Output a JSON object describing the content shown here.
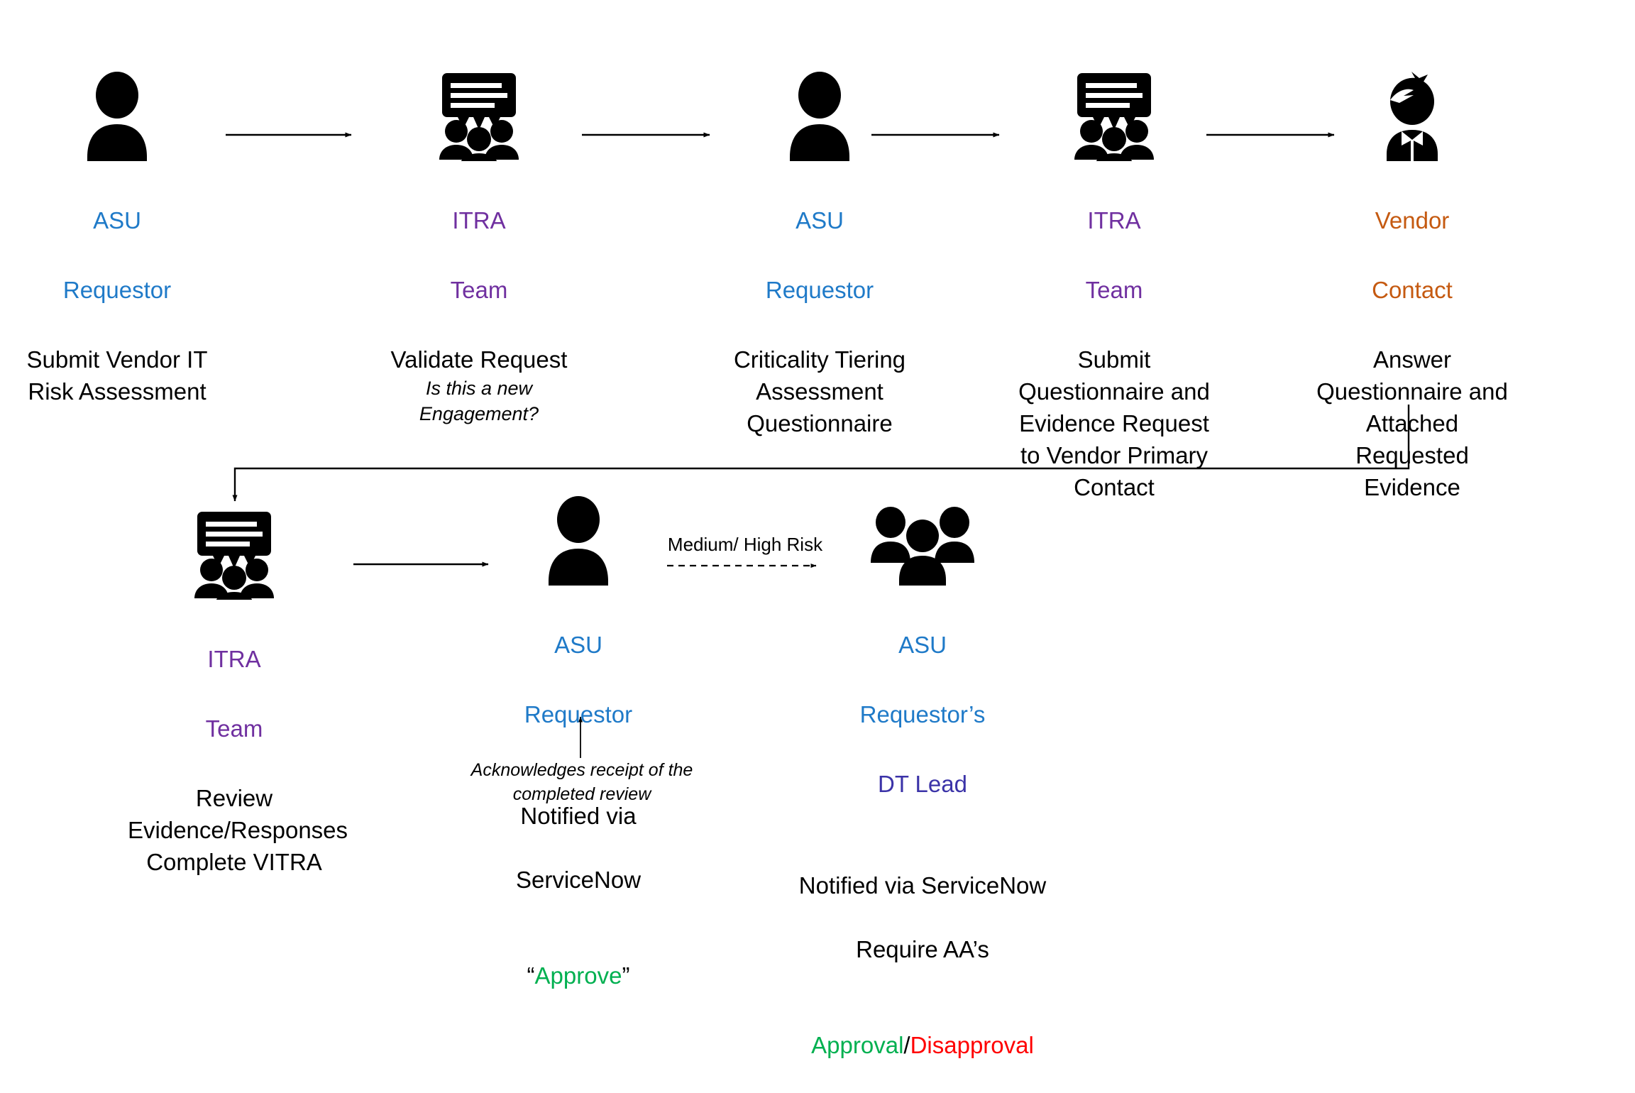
{
  "diagram": {
    "title": "Vendor IT Risk Assessment Workflow",
    "colors": {
      "asu_blue": "#1f7ac8",
      "itra_purple": "#7030a0",
      "vendor_orange": "#c55a11",
      "dt_lead_indigo": "#3b33a8",
      "approve_green": "#00b050",
      "disapprove_red": "#ff0000",
      "line_black": "#000000",
      "background": "#ffffff"
    },
    "row1": [
      {
        "id": "asu-requestor-submit",
        "icon": "person-icon",
        "role_line1": "ASU",
        "role_line2": "Requestor",
        "role_color": "blue",
        "desc": "Submit Vendor IT\nRisk Assessment",
        "sub_italic": ""
      },
      {
        "id": "itra-team-validate",
        "icon": "team-speech-bubble-icon",
        "role_line1": "ITRA",
        "role_line2": "Team",
        "role_color": "purple",
        "desc": "Validate Request",
        "sub_italic": "Is this a new Engagement?"
      },
      {
        "id": "asu-requestor-tiering",
        "icon": "person-icon",
        "role_line1": "ASU",
        "role_line2": "Requestor",
        "role_color": "blue",
        "desc": "Criticality Tiering\nAssessment\nQuestionnaire",
        "sub_italic": ""
      },
      {
        "id": "itra-team-submit-questionnaire",
        "icon": "team-speech-bubble-icon",
        "role_line1": "ITRA",
        "role_line2": "Team",
        "role_color": "purple",
        "desc": "Submit\nQuestionnaire and\nEvidence Request\nto Vendor Primary\nContact",
        "sub_italic": ""
      },
      {
        "id": "vendor-contact-answer",
        "icon": "vendor-person-bowtie-icon",
        "role_line1": "Vendor",
        "role_line2": "Contact",
        "role_color": "orange",
        "desc": "Answer\nQuestionnaire and\nAttached\nRequested\nEvidence",
        "sub_italic": ""
      }
    ],
    "row2": [
      {
        "id": "itra-team-review",
        "icon": "team-speech-bubble-icon",
        "role_line1": "ITRA",
        "role_line2": "Team",
        "role_color": "purple",
        "desc": "Review\nEvidence/Responses\nComplete VITRA",
        "sub_italic": ""
      },
      {
        "id": "asu-requestor-notified",
        "icon": "person-icon",
        "role_line1": "ASU",
        "role_line2": "Requestor",
        "role_color": "blue",
        "desc_line1": "Notified via",
        "desc_line2": "ServiceNow",
        "approve_quote_open": "“",
        "approve_word": "Approve",
        "approve_quote_close": "”",
        "annotation": "Acknowledges receipt of the\ncompleted review"
      },
      {
        "id": "asu-requestor-dt-lead",
        "icon": "team-group-icon",
        "role_line1": "ASU",
        "role_line2": "Requestor’s",
        "role_line3": "DT Lead",
        "role_color": "blue",
        "role_line3_color": "indigo",
        "desc_line1": "Notified via ServiceNow",
        "desc_line2": "Require AA’s",
        "approval_word": "Approval",
        "separator": "/",
        "disapproval_word": "Disapproval"
      }
    ],
    "edges": [
      {
        "id": "edge-1",
        "from": "asu-requestor-submit",
        "to": "itra-team-validate",
        "style": "solid-arrow",
        "label": ""
      },
      {
        "id": "edge-2",
        "from": "itra-team-validate",
        "to": "asu-requestor-tiering",
        "style": "solid-arrow",
        "label": ""
      },
      {
        "id": "edge-3",
        "from": "asu-requestor-tiering",
        "to": "itra-team-submit-questionnaire",
        "style": "solid-arrow",
        "label": ""
      },
      {
        "id": "edge-4",
        "from": "itra-team-submit-questionnaire",
        "to": "vendor-contact-answer",
        "style": "solid-arrow",
        "label": ""
      },
      {
        "id": "edge-5",
        "from": "vendor-contact-answer",
        "to": "itra-team-review",
        "style": "elbow-arrow",
        "label": ""
      },
      {
        "id": "edge-6",
        "from": "itra-team-review",
        "to": "asu-requestor-notified",
        "style": "solid-arrow",
        "label": ""
      },
      {
        "id": "edge-7",
        "from": "asu-requestor-notified",
        "to": "asu-requestor-dt-lead",
        "style": "dashed-arrow",
        "label": "Medium/ High Risk"
      }
    ]
  }
}
